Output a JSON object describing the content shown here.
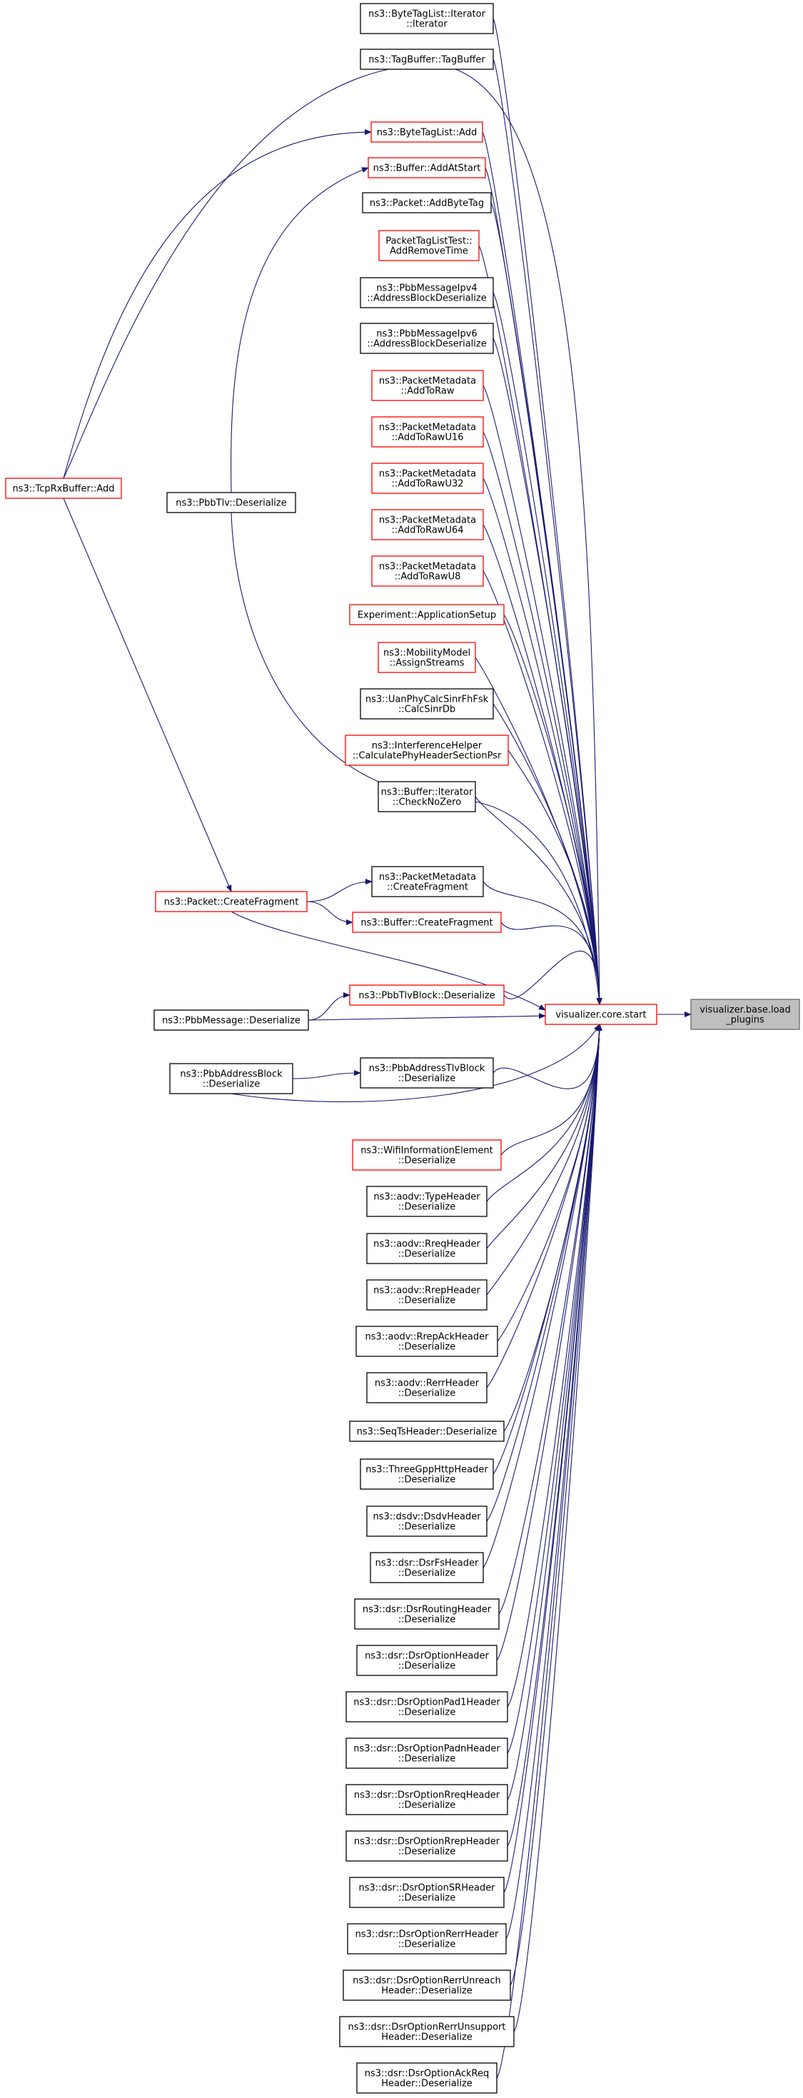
{
  "colors": {
    "edge": "#191970",
    "node_border_black": "#000000",
    "node_border_red": "#ff0000",
    "node_border_gray": "#666666",
    "highlight_fill": "#bfbfbf"
  },
  "nodes": [
    {
      "id": "load_plugins",
      "lines": [
        "visualizer.base.load",
        "_plugins"
      ],
      "border": "gray",
      "filled": true
    },
    {
      "id": "core_start",
      "lines": [
        "visualizer.core.start"
      ],
      "border": "red"
    },
    {
      "id": "bytetaglist_iter",
      "lines": [
        "ns3::ByteTagList::Iterator",
        "::Iterator"
      ],
      "border": "black"
    },
    {
      "id": "tagbuffer",
      "lines": [
        "ns3::TagBuffer::TagBuffer"
      ],
      "border": "black"
    },
    {
      "id": "bytetaglist_add",
      "lines": [
        "ns3::ByteTagList::Add"
      ],
      "border": "red"
    },
    {
      "id": "buffer_addatstart",
      "lines": [
        "ns3::Buffer::AddAtStart"
      ],
      "border": "red"
    },
    {
      "id": "packet_addbytetag",
      "lines": [
        "ns3::Packet::AddByteTag"
      ],
      "border": "black"
    },
    {
      "id": "packettaglisttest",
      "lines": [
        "PacketTagListTest::",
        "AddRemoveTime"
      ],
      "border": "red"
    },
    {
      "id": "pbbipv4",
      "lines": [
        "ns3::PbbMessageIpv4",
        "::AddressBlockDeserialize"
      ],
      "border": "black"
    },
    {
      "id": "pbbipv6",
      "lines": [
        "ns3::PbbMessageIpv6",
        "::AddressBlockDeserialize"
      ],
      "border": "black"
    },
    {
      "id": "pm_addtoraw",
      "lines": [
        "ns3::PacketMetadata",
        "::AddToRaw"
      ],
      "border": "red"
    },
    {
      "id": "pm_addtoraw16",
      "lines": [
        "ns3::PacketMetadata",
        "::AddToRawU16"
      ],
      "border": "red"
    },
    {
      "id": "pm_addtoraw32",
      "lines": [
        "ns3::PacketMetadata",
        "::AddToRawU32"
      ],
      "border": "red"
    },
    {
      "id": "pm_addtoraw64",
      "lines": [
        "ns3::PacketMetadata",
        "::AddToRawU64"
      ],
      "border": "red"
    },
    {
      "id": "pm_addtoraw8",
      "lines": [
        "ns3::PacketMetadata",
        "::AddToRawU8"
      ],
      "border": "red"
    },
    {
      "id": "experiment",
      "lines": [
        "Experiment::ApplicationSetup"
      ],
      "border": "red"
    },
    {
      "id": "mobility",
      "lines": [
        "ns3::MobilityModel",
        "::AssignStreams"
      ],
      "border": "red"
    },
    {
      "id": "uanphy",
      "lines": [
        "ns3::UanPhyCalcSinrFhFsk",
        "::CalcSinrDb"
      ],
      "border": "black"
    },
    {
      "id": "interference",
      "lines": [
        "ns3::InterferenceHelper",
        "::CalculatePhyHeaderSectionPsr"
      ],
      "border": "red"
    },
    {
      "id": "buffer_iter_checknozero",
      "lines": [
        "ns3::Buffer::Iterator",
        "::CheckNoZero"
      ],
      "border": "black"
    },
    {
      "id": "pm_createfragment",
      "lines": [
        "ns3::PacketMetadata",
        "::CreateFragment"
      ],
      "border": "black"
    },
    {
      "id": "buffer_createfragment",
      "lines": [
        "ns3::Buffer::CreateFragment"
      ],
      "border": "red"
    },
    {
      "id": "pbbtlvblock",
      "lines": [
        "ns3::PbbTlvBlock::Deserialize"
      ],
      "border": "red"
    },
    {
      "id": "pbbaddresstlvblock",
      "lines": [
        "ns3::PbbAddressTlvBlock",
        "::Deserialize"
      ],
      "border": "black"
    },
    {
      "id": "wifiinfo",
      "lines": [
        "ns3::WifiInformationElement",
        "::Deserialize"
      ],
      "border": "red"
    },
    {
      "id": "aodv_type",
      "lines": [
        "ns3::aodv::TypeHeader",
        "::Deserialize"
      ],
      "border": "black"
    },
    {
      "id": "aodv_rreq",
      "lines": [
        "ns3::aodv::RreqHeader",
        "::Deserialize"
      ],
      "border": "black"
    },
    {
      "id": "aodv_rrep",
      "lines": [
        "ns3::aodv::RrepHeader",
        "::Deserialize"
      ],
      "border": "black"
    },
    {
      "id": "aodv_rrepack",
      "lines": [
        "ns3::aodv::RrepAckHeader",
        "::Deserialize"
      ],
      "border": "black"
    },
    {
      "id": "aodv_rerr",
      "lines": [
        "ns3::aodv::RerrHeader",
        "::Deserialize"
      ],
      "border": "black"
    },
    {
      "id": "seqts",
      "lines": [
        "ns3::SeqTsHeader::Deserialize"
      ],
      "border": "black"
    },
    {
      "id": "threegpp",
      "lines": [
        "ns3::ThreeGppHttpHeader",
        "::Deserialize"
      ],
      "border": "black"
    },
    {
      "id": "dsdv",
      "lines": [
        "ns3::dsdv::DsdvHeader",
        "::Deserialize"
      ],
      "border": "black"
    },
    {
      "id": "dsrfs",
      "lines": [
        "ns3::dsr::DsrFsHeader",
        "::Deserialize"
      ],
      "border": "black"
    },
    {
      "id": "dsrrouting",
      "lines": [
        "ns3::dsr::DsrRoutingHeader",
        "::Deserialize"
      ],
      "border": "black"
    },
    {
      "id": "dsroption",
      "lines": [
        "ns3::dsr::DsrOptionHeader",
        "::Deserialize"
      ],
      "border": "black"
    },
    {
      "id": "dsrpad1",
      "lines": [
        "ns3::dsr::DsrOptionPad1Header",
        "::Deserialize"
      ],
      "border": "black"
    },
    {
      "id": "dsrpadn",
      "lines": [
        "ns3::dsr::DsrOptionPadnHeader",
        "::Deserialize"
      ],
      "border": "black"
    },
    {
      "id": "dsrrreq",
      "lines": [
        "ns3::dsr::DsrOptionRreqHeader",
        "::Deserialize"
      ],
      "border": "black"
    },
    {
      "id": "dsrrrep",
      "lines": [
        "ns3::dsr::DsrOptionRrepHeader",
        "::Deserialize"
      ],
      "border": "black"
    },
    {
      "id": "dsrsr",
      "lines": [
        "ns3::dsr::DsrOptionSRHeader",
        "::Deserialize"
      ],
      "border": "black"
    },
    {
      "id": "dsrrerr",
      "lines": [
        "ns3::dsr::DsrOptionRerrHeader",
        "::Deserialize"
      ],
      "border": "black"
    },
    {
      "id": "dsrrerrunreach",
      "lines": [
        "ns3::dsr::DsrOptionRerrUnreach",
        "Header::Deserialize"
      ],
      "border": "black"
    },
    {
      "id": "dsrrerrunsupport",
      "lines": [
        "ns3::dsr::DsrOptionRerrUnsupport",
        "Header::Deserialize"
      ],
      "border": "black"
    },
    {
      "id": "dsrackreq",
      "lines": [
        "ns3::dsr::DsrOptionAckReq",
        "Header::Deserialize"
      ],
      "border": "black"
    },
    {
      "id": "tcprxbuffer",
      "lines": [
        "ns3::TcpRxBuffer::Add"
      ],
      "border": "red"
    },
    {
      "id": "pbbtlv",
      "lines": [
        "ns3::PbbTlv::Deserialize"
      ],
      "border": "black"
    },
    {
      "id": "packet_createfragment",
      "lines": [
        "ns3::Packet::CreateFragment"
      ],
      "border": "red"
    },
    {
      "id": "pbbmessage",
      "lines": [
        "ns3::PbbMessage::Deserialize"
      ],
      "border": "black"
    },
    {
      "id": "pbbaddressblock",
      "lines": [
        "ns3::PbbAddressBlock",
        "::Deserialize"
      ],
      "border": "black"
    }
  ],
  "edges": [
    [
      "core_start",
      "load_plugins"
    ],
    [
      "bytetaglist_iter",
      "core_start"
    ],
    [
      "tagbuffer",
      "core_start"
    ],
    [
      "bytetaglist_add",
      "core_start"
    ],
    [
      "buffer_addatstart",
      "core_start"
    ],
    [
      "packet_addbytetag",
      "core_start"
    ],
    [
      "packettaglisttest",
      "core_start"
    ],
    [
      "pbbipv4",
      "core_start"
    ],
    [
      "pbbipv6",
      "core_start"
    ],
    [
      "pm_addtoraw",
      "core_start"
    ],
    [
      "pm_addtoraw16",
      "core_start"
    ],
    [
      "pm_addtoraw32",
      "core_start"
    ],
    [
      "pm_addtoraw64",
      "core_start"
    ],
    [
      "pm_addtoraw8",
      "core_start"
    ],
    [
      "experiment",
      "core_start"
    ],
    [
      "mobility",
      "core_start"
    ],
    [
      "uanphy",
      "core_start"
    ],
    [
      "interference",
      "core_start"
    ],
    [
      "buffer_iter_checknozero",
      "core_start"
    ],
    [
      "pm_createfragment",
      "core_start"
    ],
    [
      "buffer_createfragment",
      "core_start"
    ],
    [
      "pbbtlvblock",
      "core_start"
    ],
    [
      "pbbaddresstlvblock",
      "core_start"
    ],
    [
      "wifiinfo",
      "core_start"
    ],
    [
      "aodv_type",
      "core_start"
    ],
    [
      "aodv_rreq",
      "core_start"
    ],
    [
      "aodv_rrep",
      "core_start"
    ],
    [
      "aodv_rrepack",
      "core_start"
    ],
    [
      "aodv_rerr",
      "core_start"
    ],
    [
      "seqts",
      "core_start"
    ],
    [
      "threegpp",
      "core_start"
    ],
    [
      "dsdv",
      "core_start"
    ],
    [
      "dsrfs",
      "core_start"
    ],
    [
      "dsrrouting",
      "core_start"
    ],
    [
      "dsroption",
      "core_start"
    ],
    [
      "dsrpad1",
      "core_start"
    ],
    [
      "dsrpadn",
      "core_start"
    ],
    [
      "dsrrreq",
      "core_start"
    ],
    [
      "dsrrrep",
      "core_start"
    ],
    [
      "dsrsr",
      "core_start"
    ],
    [
      "dsrrerr",
      "core_start"
    ],
    [
      "dsrrerrunreach",
      "core_start"
    ],
    [
      "dsrrerrunsupport",
      "core_start"
    ],
    [
      "dsrackreq",
      "core_start"
    ],
    [
      "tcprxbuffer",
      "core_start"
    ],
    [
      "pbbtlv",
      "core_start"
    ],
    [
      "packet_createfragment",
      "core_start"
    ],
    [
      "pbbmessage",
      "core_start"
    ],
    [
      "pbbaddressblock",
      "core_start"
    ],
    [
      "tcprxbuffer",
      "bytetaglist_add"
    ],
    [
      "tcprxbuffer",
      "packet_createfragment"
    ],
    [
      "pbbtlv",
      "buffer_addatstart"
    ],
    [
      "packet_createfragment",
      "pm_createfragment"
    ],
    [
      "packet_createfragment",
      "buffer_createfragment"
    ],
    [
      "pbbmessage",
      "pbbtlvblock"
    ],
    [
      "pbbaddressblock",
      "pbbaddresstlvblock"
    ]
  ]
}
